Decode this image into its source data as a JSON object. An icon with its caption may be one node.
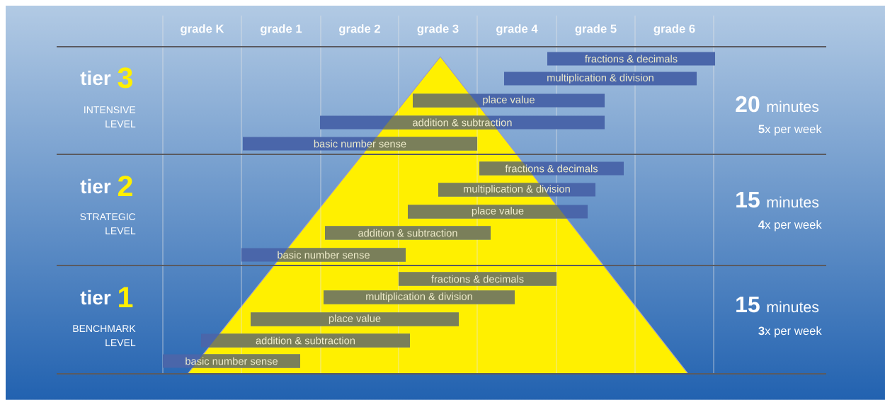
{
  "diagram": {
    "nodes": [
      {
        "text": [
          "fractions & decimals"
        ]
      },
      {
        "text": [
          "multiplication & division"
        ]
      },
      {
        "text": [
          "place value"
        ]
      },
      {
        "text": [
          "addition & subtraction"
        ]
      },
      {
        "text": [
          "basic number sense"
        ]
      },
      {
        "text": [
          "fractions & decimals"
        ]
      },
      {
        "text": [
          "multiplication & division"
        ]
      },
      {
        "text": [
          "place value"
        ]
      },
      {
        "text": [
          "addition & subtraction"
        ]
      },
      {
        "text": [
          "basic number sense"
        ]
      },
      {
        "text": [
          "fractions & decimals"
        ]
      },
      {
        "text": [
          "multiplication & division"
        ]
      },
      {
        "text": [
          "place value"
        ]
      },
      {
        "text": [
          "addition & subtraction"
        ]
      },
      {
        "text": [
          "basic number sense"
        ]
      }
    ],
    "labels": [
      "grade K",
      "grade 1",
      "grade 2",
      "grade 3",
      "grade 4",
      "grade 5",
      "grade 6",
      "tier",
      "3",
      "INTENSIVE LEVEL",
      "20",
      "minutes",
      "**5**x per week",
      "tier",
      "2",
      "STRATEGIC LEVEL",
      "15",
      "minutes",
      "**4**x per week",
      "tier",
      "1",
      "BENCHMARK LEVEL",
      "15",
      "minutes",
      "**3**x per week"
    ]
  }
}
